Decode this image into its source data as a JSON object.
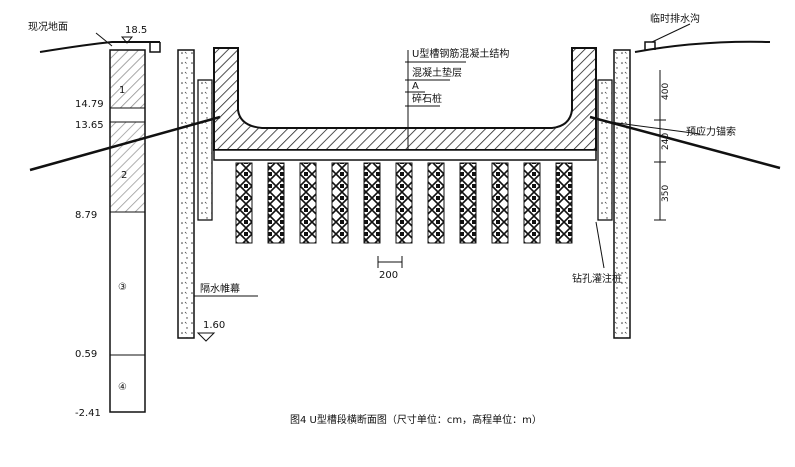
{
  "labels": {
    "existing_ground": "现况地面",
    "temp_ditch": "临时排水沟",
    "u_structure": "U型槽钢筋混凝土结构",
    "concrete_cushion": "混凝土垫层",
    "section_a": "A",
    "gravel_pile": "碎石桩",
    "prestressed_anchor": "预应力锚索",
    "water_curtain": "隔水帷幕",
    "bored_pile": "钻孔灌注桩"
  },
  "elevations": {
    "top": "18.5",
    "e1": "14.79",
    "e2": "13.65",
    "e3": "8.79",
    "e4": "0.59",
    "e5": "-2.41",
    "water": "1.60"
  },
  "strata": [
    "1",
    "2",
    "③",
    "④"
  ],
  "dimensions": {
    "d400": "400",
    "d240": "240",
    "d350": "350",
    "spacing": "200"
  },
  "caption": "图4 U型槽段横断面图（尺寸单位：cm，高程单位：m）"
}
